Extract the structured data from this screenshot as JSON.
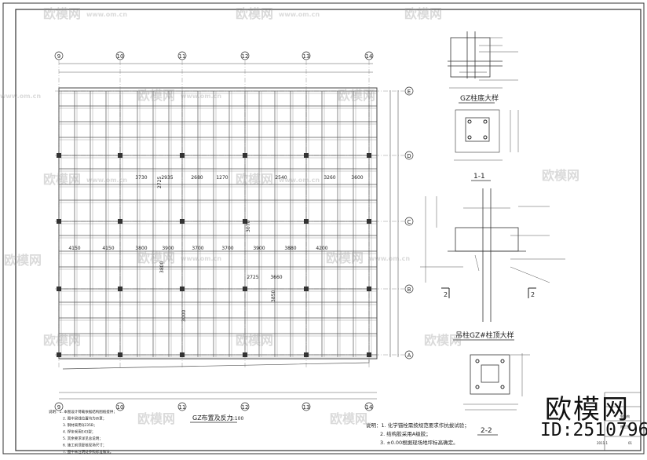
{
  "sheet": {
    "plan_title": "GZ布置及反力",
    "plan_scale": "1:100",
    "axes_top": [
      "9",
      "10",
      "11",
      "12",
      "13",
      "14"
    ],
    "axes_right": [
      "E",
      "D",
      "C",
      "B",
      "A"
    ],
    "dims_row1": [
      "3730",
      "2935",
      "2680",
      "1270",
      "2540",
      "3260",
      "3600"
    ],
    "dims_row2": [
      "4150",
      "4150",
      "3800",
      "3900",
      "3700",
      "3700",
      "3900",
      "3880",
      "4200"
    ],
    "dims_row3": [
      "2725",
      "3660"
    ],
    "vertical_dims": [
      "2725",
      "3800",
      "3070",
      "3850",
      "3000"
    ],
    "detail_top_title": "GZ柱底大样",
    "detail_bottom_title": "吊柱GZ#柱顶大样",
    "section_1": "1-1",
    "section_2": "2-2",
    "notes_left": [
      "说明：1. 本图设计荷载依据结构图纸提供；",
      "2. 图中梁线位置均为示意；",
      "3. 钢材采用Q235B；",
      "4. 焊条采用E43型；",
      "5. 其余要求详见总说明；",
      "6. 施工前须复核现场尺寸；",
      "7. 图中未注明处参照标准做法。"
    ],
    "notes_bottom": [
      "说明：1. 化学锚栓需按规范要求作抗拔试验；",
      "2. 结构胶采用A级胶；",
      "3. ±0.00根据现场地坪标高确定。"
    ],
    "title_block": [
      "钢结构",
      "施工图",
      "2011.1",
      "01"
    ]
  },
  "watermark": {
    "brand": "欧模网",
    "id": "ID:2510796",
    "small_text": "www.om.cn"
  }
}
